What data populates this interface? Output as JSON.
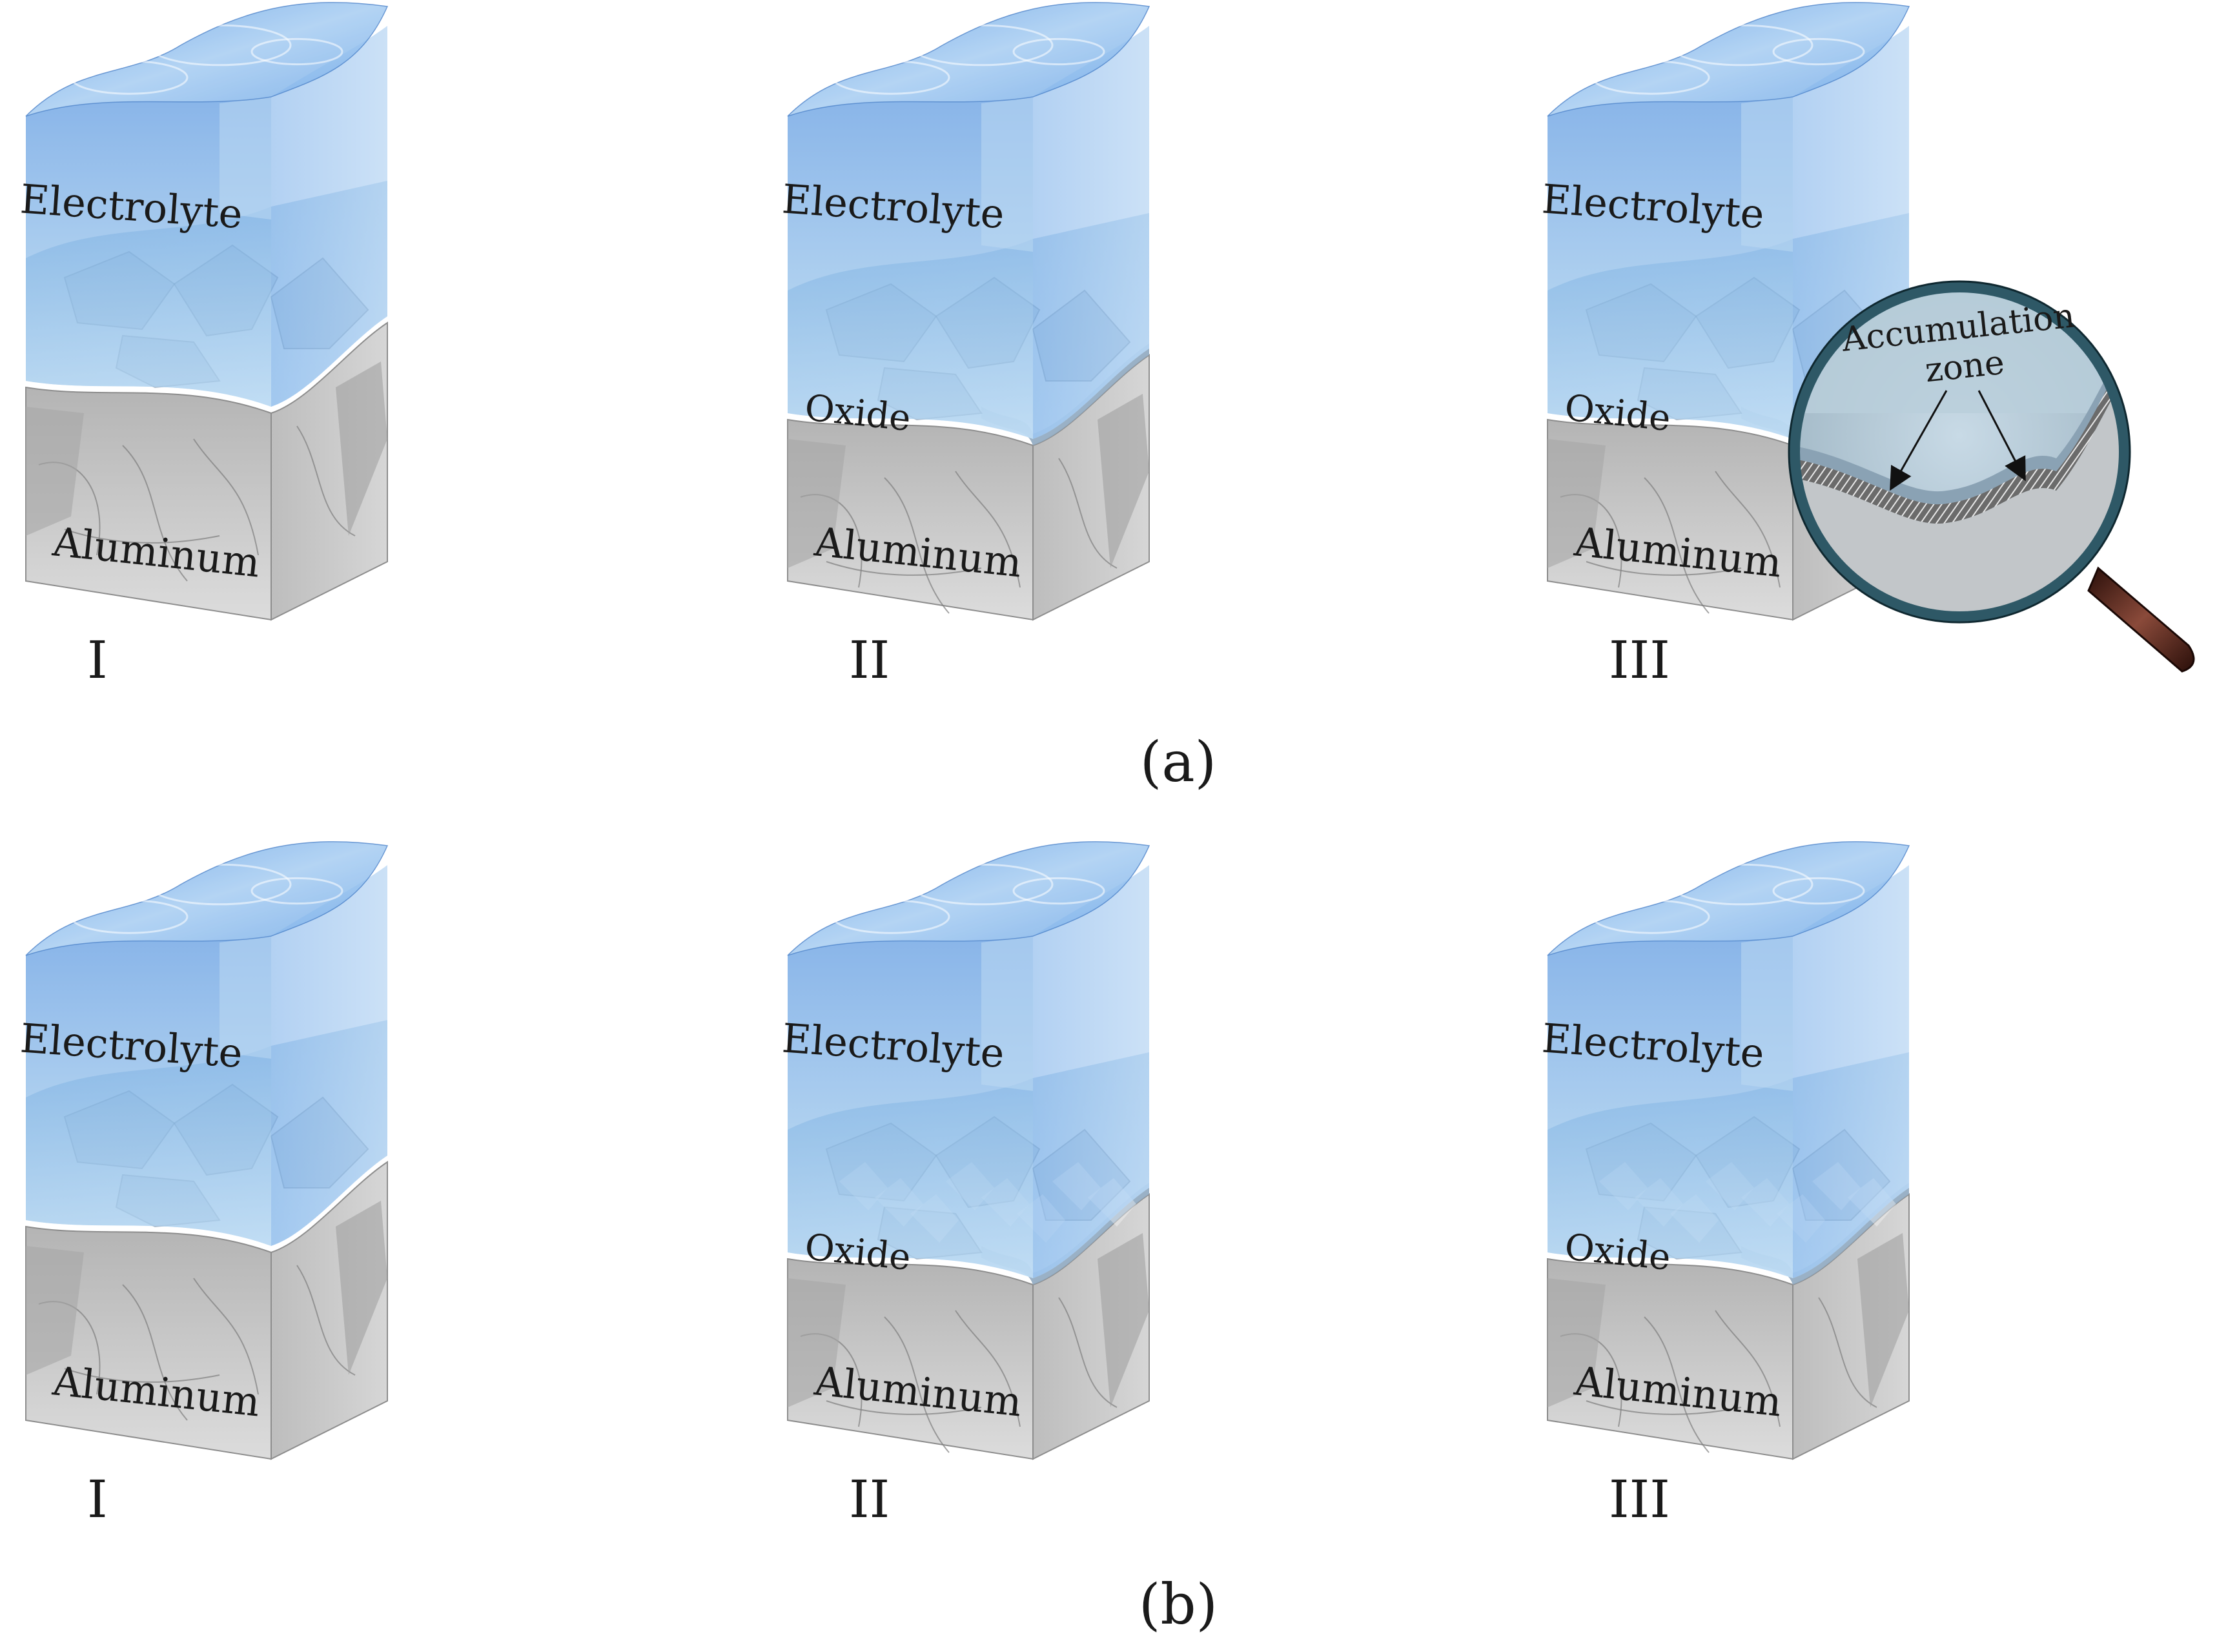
{
  "labels": {
    "electrolyte": "Electrolyte",
    "oxide": "Oxide",
    "aluminum": "Aluminum",
    "accumulation_line1": "Accumulation",
    "accumulation_line2": "zone"
  },
  "rows": [
    {
      "caption": "(a)",
      "panels": [
        {
          "numeral": "I",
          "has_oxide": false,
          "magnifier": false
        },
        {
          "numeral": "II",
          "has_oxide": true,
          "magnifier": false
        },
        {
          "numeral": "III",
          "has_oxide": true,
          "magnifier": true
        }
      ]
    },
    {
      "caption": "(b)",
      "panels": [
        {
          "numeral": "I",
          "has_oxide": false,
          "magnifier": false
        },
        {
          "numeral": "II",
          "has_oxide": true,
          "magnifier": false
        },
        {
          "numeral": "III",
          "has_oxide": true,
          "magnifier": false
        }
      ]
    }
  ],
  "colors": {
    "electrolyte": "#6fa7e6",
    "electrolyte_light": "#bcd8f2",
    "oxide_band": "#8fa8c0",
    "aluminum": "#c9c9c9",
    "aluminum_dark": "#9a9a9a",
    "magnifier_ring": "#2e5866",
    "handle": "#3a1a14"
  }
}
